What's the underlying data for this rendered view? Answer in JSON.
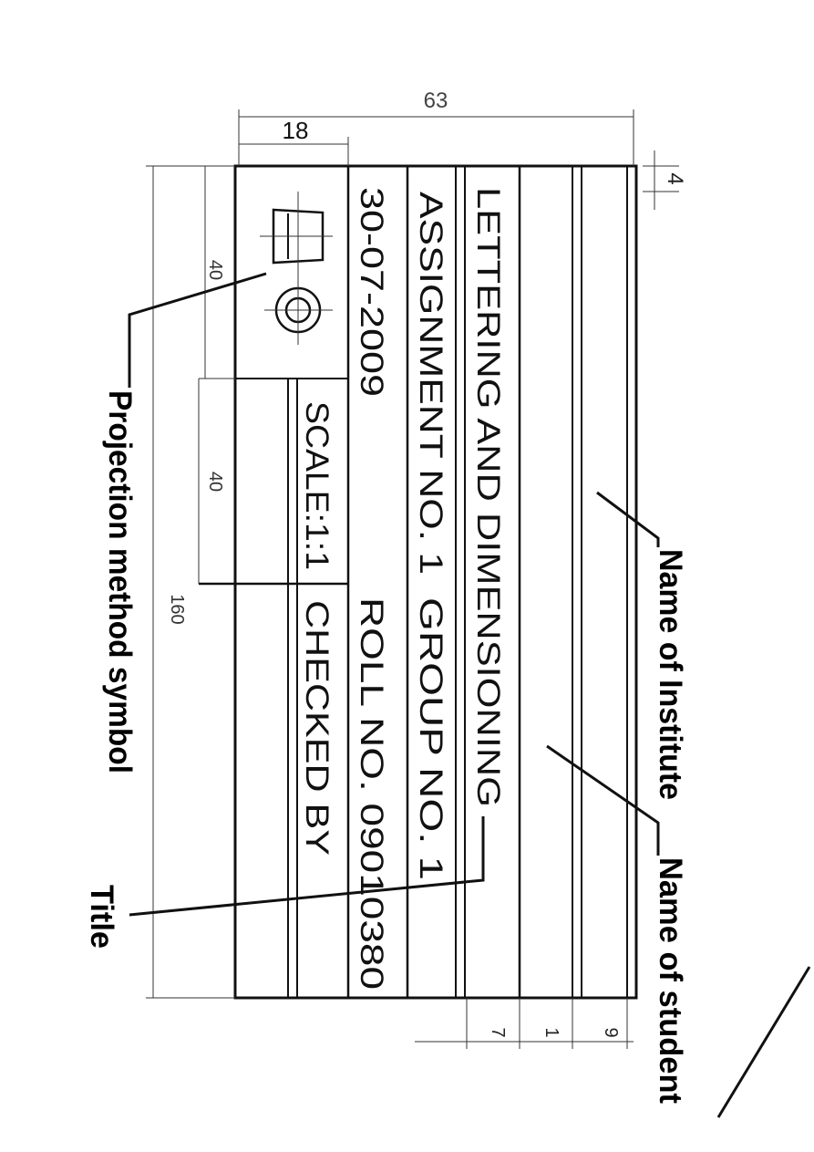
{
  "dimensions": {
    "overall_width": "63",
    "symbol_width": "18",
    "top_gap": "4",
    "overall_length": "160",
    "symbol_length": "40",
    "scale_length": "40",
    "row_a": "7",
    "row_b": "1",
    "row_c": "9"
  },
  "block": {
    "title": "LETTERING AND DIMENSIONING",
    "assignment": "ASSIGNMENT NO. 1",
    "group": "GROUP NO. 1",
    "date": "30-07-2009",
    "roll": "ROLL NO.  09010380",
    "scale": "SCALE:1:1",
    "checked": "CHECKED BY"
  },
  "callouts": {
    "institute": "Name of Institute",
    "student": "Name of student",
    "projection": "Projection method symbol",
    "title": "Title"
  }
}
